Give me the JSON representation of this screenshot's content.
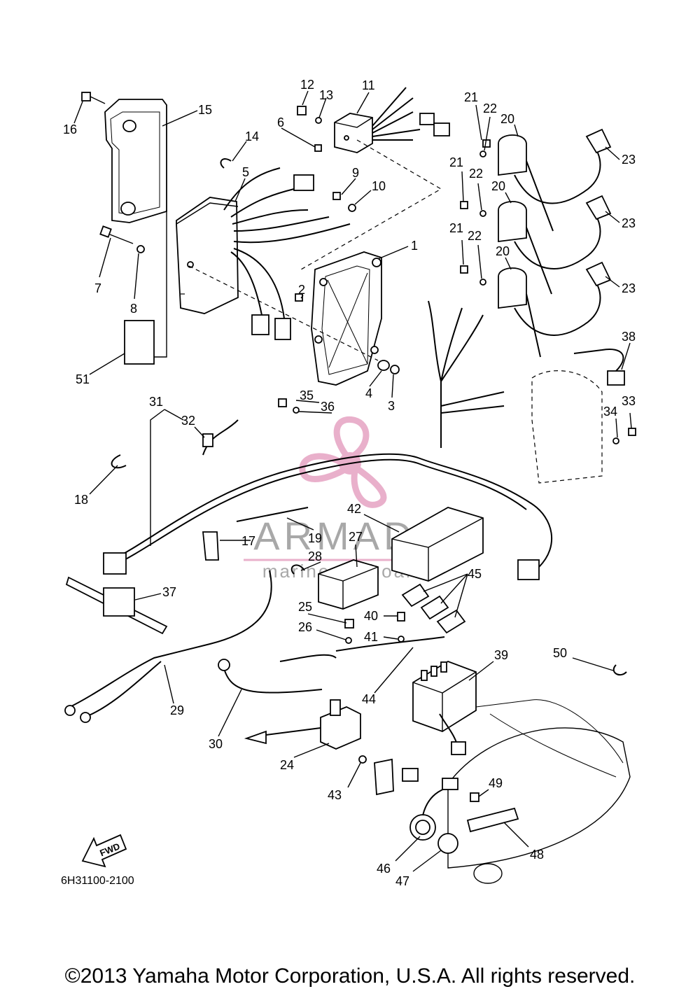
{
  "diagram": {
    "code": "6H31100-2100",
    "fwd_label": "FWD",
    "copyright": "©2013 Yamaha Motor Corporation, U.S.A. All rights reserved.",
    "watermark": {
      "brand": "ARMADA",
      "tagline": "marine outboards",
      "color": "#e6a3c3"
    },
    "part_numbers": [
      "1",
      "2",
      "3",
      "4",
      "5",
      "6",
      "7",
      "8",
      "9",
      "10",
      "11",
      "12",
      "13",
      "14",
      "15",
      "16",
      "17",
      "18",
      "19",
      "20",
      "20",
      "20",
      "21",
      "21",
      "21",
      "22",
      "22",
      "22",
      "23",
      "23",
      "23",
      "24",
      "25",
      "26",
      "27",
      "28",
      "29",
      "30",
      "31",
      "32",
      "33",
      "34",
      "35",
      "36",
      "37",
      "38",
      "39",
      "40",
      "41",
      "42",
      "43",
      "44",
      "45",
      "46",
      "47",
      "48",
      "49",
      "50",
      "51"
    ]
  }
}
